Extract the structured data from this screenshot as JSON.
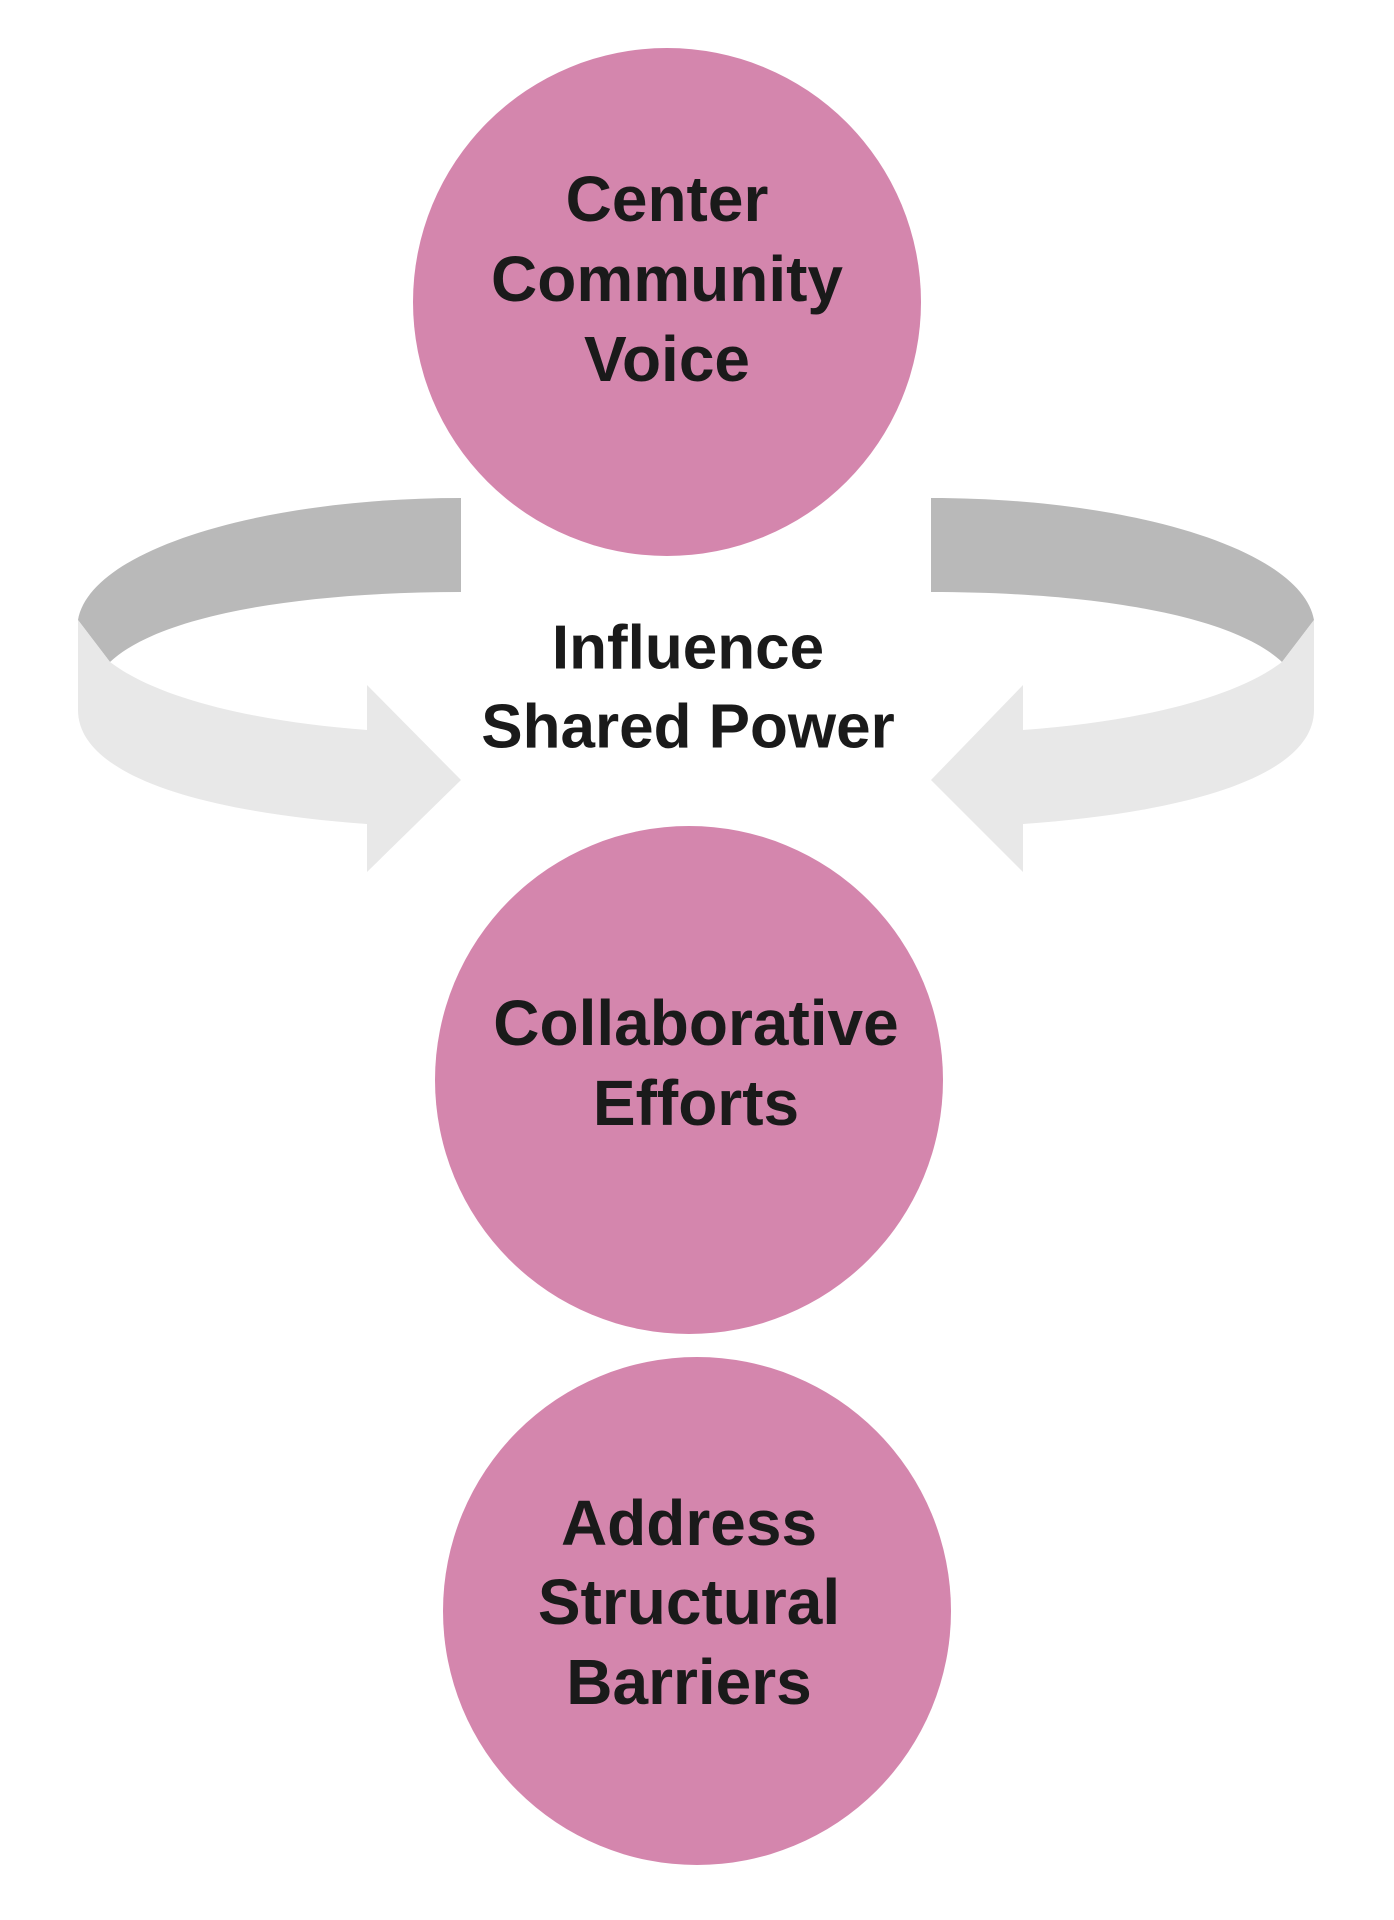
{
  "diagram": {
    "title": "Influence Shared Power cycle",
    "colors": {
      "node_fill": "#d486ad",
      "text": "#1a1a1a",
      "arrow_back": "#b9b9b9",
      "arrow_front": "#e8e8e8",
      "background": "#ffffff"
    },
    "center_label": {
      "lines": [
        "Influence",
        "Shared Power"
      ]
    },
    "nodes": [
      {
        "id": "center-community-voice",
        "lines": [
          "Center",
          "Community",
          "Voice"
        ]
      },
      {
        "id": "collaborative-efforts",
        "lines": [
          "Collaborative",
          "Efforts"
        ]
      },
      {
        "id": "address-structural-barriers",
        "lines": [
          "Address",
          "Structural",
          "Barriers"
        ]
      }
    ],
    "arrows": [
      {
        "id": "left-cycle-arrow",
        "direction": "right"
      },
      {
        "id": "right-cycle-arrow",
        "direction": "left"
      }
    ]
  }
}
